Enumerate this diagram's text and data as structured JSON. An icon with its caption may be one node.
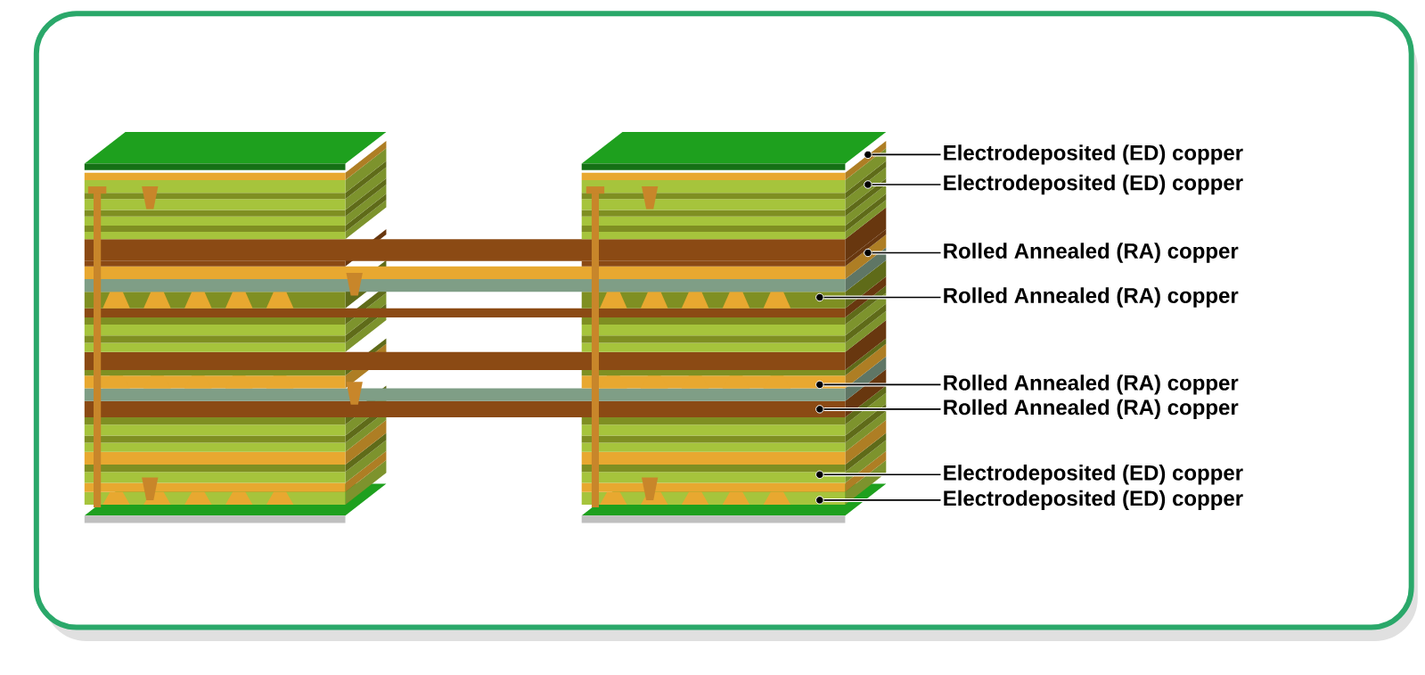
{
  "diagram": {
    "nodes": [
      {
        "text": [
          "Electrodeposited (ED) copper"
        ]
      },
      {
        "text": [
          "Electrodeposited (ED) copper"
        ]
      },
      {
        "text": [
          "Rolled Annealed (RA) copper"
        ]
      },
      {
        "text": [
          "Rolled Annealed (RA) copper"
        ]
      },
      {
        "text": [
          "Rolled Annealed (RA) copper"
        ]
      },
      {
        "text": [
          "Rolled Annealed (RA) copper"
        ]
      },
      {
        "text": [
          "Electrodeposited (ED) copper"
        ]
      },
      {
        "text": [
          "Electrodeposited (ED) copper"
        ]
      },
      {
        "text": [],
        "shape": "circle"
      },
      {
        "text": [],
        "shape": "circle"
      },
      {
        "text": [],
        "shape": "circle"
      },
      {
        "text": [],
        "shape": "circle"
      },
      {
        "text": [],
        "shape": "circle"
      },
      {
        "text": [],
        "shape": "circle"
      },
      {
        "text": [],
        "shape": "circle"
      },
      {
        "text": [],
        "shape": "circle"
      }
    ],
    "edges": [
      {
        "from": 0,
        "to": 8,
        "arrow": "none"
      },
      {
        "from": 1,
        "to": 9,
        "arrow": "none"
      },
      {
        "from": 2,
        "to": 10,
        "arrow": "none"
      },
      {
        "from": 3,
        "to": 11,
        "arrow": "none"
      },
      {
        "from": 4,
        "to": 12,
        "arrow": "none"
      },
      {
        "from": 5,
        "to": 13,
        "arrow": "none"
      },
      {
        "from": 6,
        "to": 14,
        "arrow": "none"
      },
      {
        "from": 7,
        "to": 15,
        "arrow": "none"
      }
    ]
  }
}
